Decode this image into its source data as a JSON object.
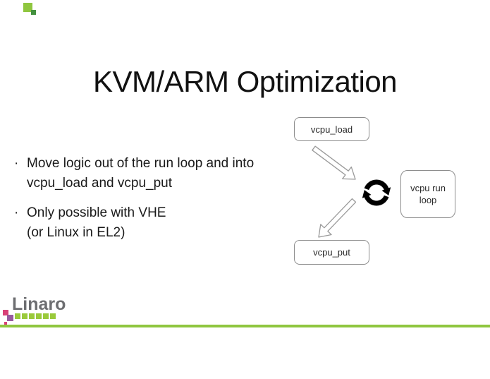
{
  "slide": {
    "title": "KVM/ARM Optimization",
    "bullet_glyph": "·",
    "bullets": [
      {
        "line1": "Move logic out of the run loop and into",
        "line2": "vcpu_load and vcpu_put"
      },
      {
        "line1": "Only possible with VHE",
        "line2": "(or Linux in EL2)"
      }
    ],
    "diagram": {
      "node_load": "vcpu_load",
      "node_run_line1": "vcpu run",
      "node_run_line2": "loop",
      "node_put": "vcpu_put",
      "loop_icon": "clockwise-cycle-arrows"
    },
    "footer": {
      "logo_text": "Linaro"
    },
    "colors": {
      "accent_green": "#8fc63f",
      "logo_square_green": "#9aca3b",
      "logo_magenta": "#d94178",
      "logo_purple": "#91519b",
      "logo_text_gray": "#6d6e71",
      "corner_dark_green": "#44913f",
      "diagram_border_gray": "#8c8c8c",
      "cycle_icon_black": "#000000"
    }
  }
}
